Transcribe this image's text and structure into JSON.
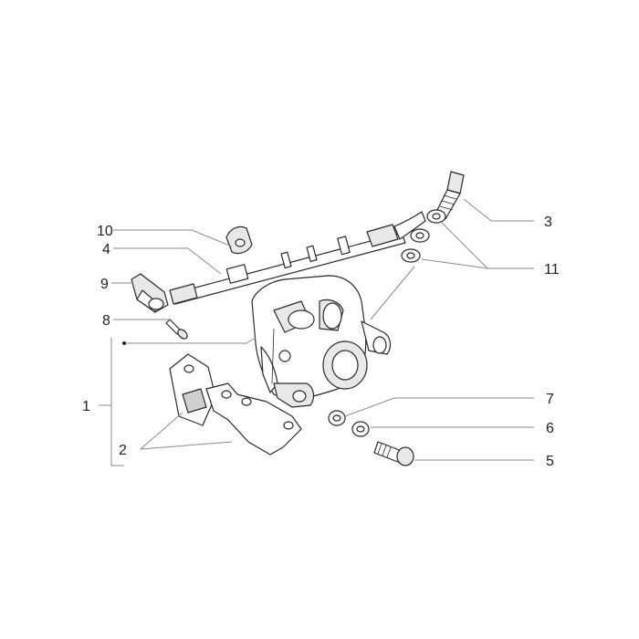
{
  "callouts": {
    "c1": "1",
    "c2": "2",
    "c3": "3",
    "c4": "4",
    "c5": "5",
    "c6": "6",
    "c7": "7",
    "c8": "8",
    "c9": "9",
    "c10": "10",
    "c11": "11"
  },
  "colors": {
    "line": "#8a8a8a",
    "ink": "#2a2a2a",
    "text": "#222222",
    "background": "#ffffff"
  }
}
